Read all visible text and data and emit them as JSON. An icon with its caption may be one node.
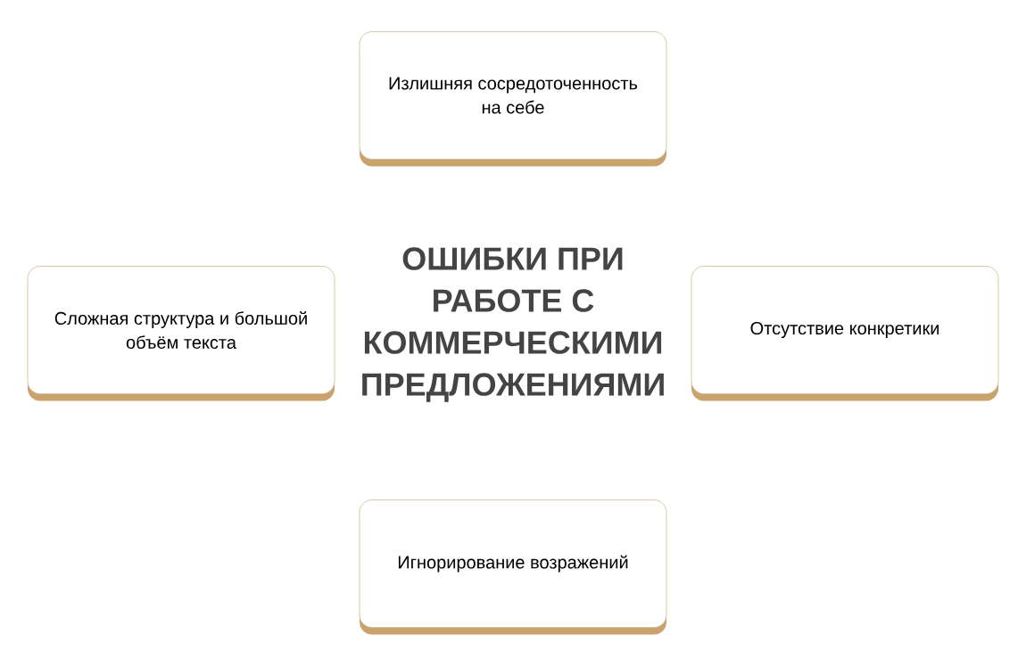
{
  "diagram": {
    "title": "ОШИБКИ ПРИ РАБОТЕ С КОММЕРЧЕСКИМИ ПРЕДЛОЖЕНИЯМИ",
    "nodes": [
      {
        "text": [
          "Излишняя сосредоточенность на себе"
        ]
      },
      {
        "text": [
          "Сложная структура и большой объём текста"
        ]
      },
      {
        "text": [
          "Отсутствие конкретики"
        ]
      },
      {
        "text": [
          "Игнорирование возражений"
        ]
      }
    ]
  }
}
